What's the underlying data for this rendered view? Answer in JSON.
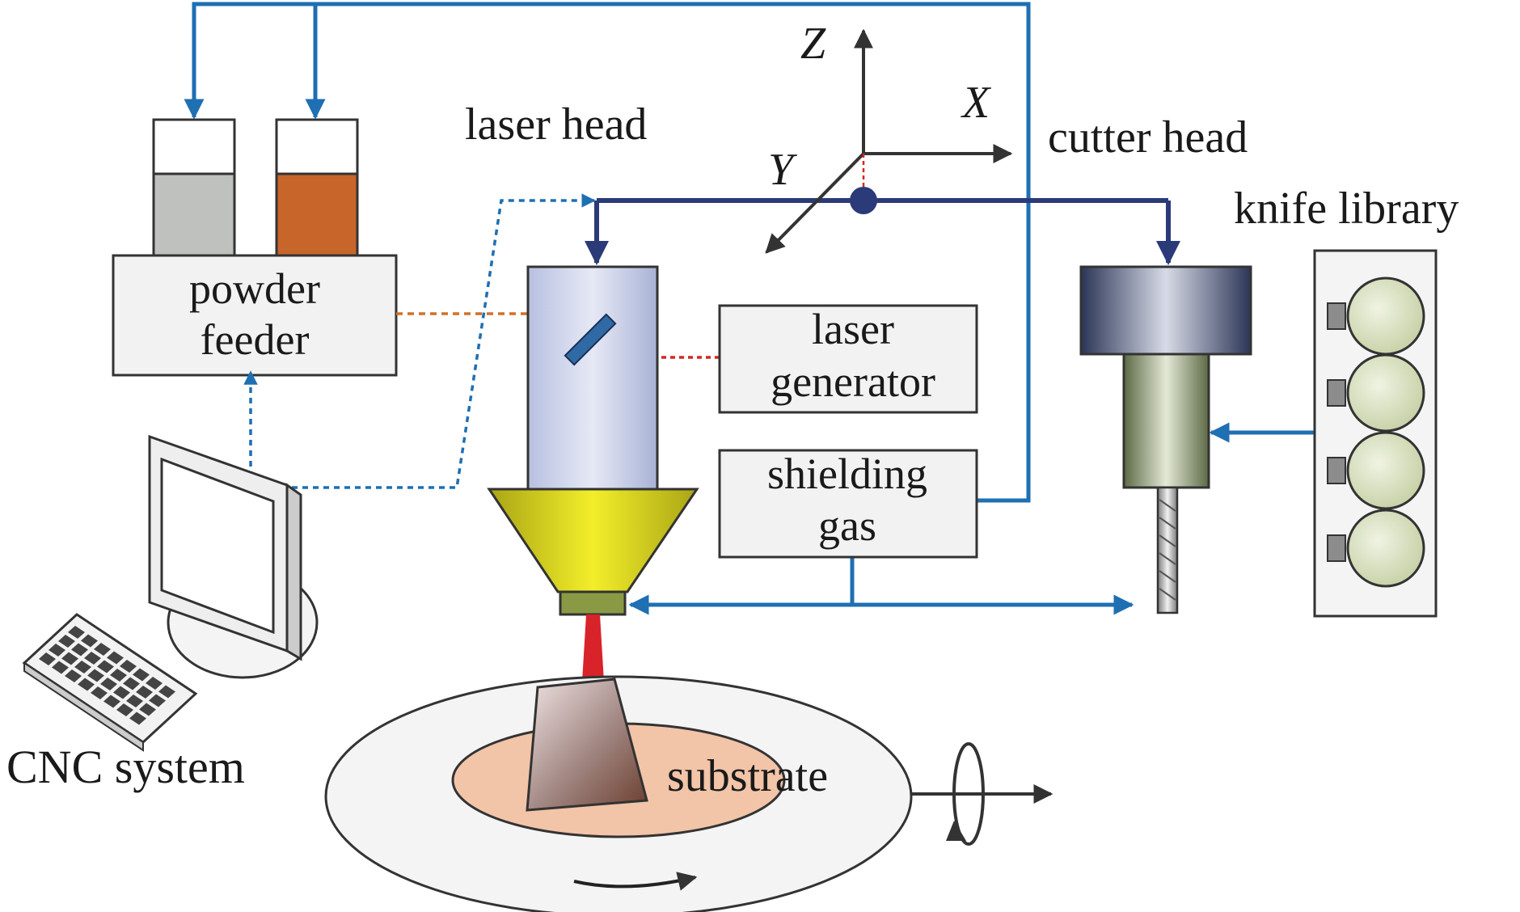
{
  "labels": {
    "laser_head": "laser head",
    "cutter_head": "cutter head",
    "knife_library": "knife library",
    "powder_feeder_1": "powder",
    "powder_feeder_2": "feeder",
    "laser_generator_1": "laser",
    "laser_generator_2": "generator",
    "shielding_gas_1": "shielding",
    "shielding_gas_2": "gas",
    "cnc_system": "CNC system",
    "substrate": "substrate"
  },
  "axes": {
    "x": "X",
    "y": "Y",
    "z": "Z"
  },
  "colors": {
    "line_blue": "#1f6fb3",
    "line_navy": "#2b3a78",
    "dotted_red": "#d4281c",
    "dotted_orange": "#d2702a",
    "powder_gray": "#bfc1be",
    "powder_orange": "#c8652a",
    "laser_beam": "#d8232a",
    "nozzle_yellow": "#c8c81e"
  }
}
